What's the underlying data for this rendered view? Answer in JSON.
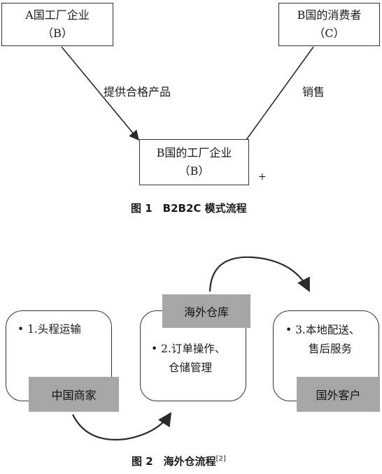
{
  "fig1": {
    "box_a": {
      "line1": "A国工厂企业",
      "line2": "（B）"
    },
    "box_b": {
      "line1": "B国的工厂企业",
      "line2": "（B）"
    },
    "box_c": {
      "line1": "B国的消费者",
      "line2": "（C）"
    },
    "edge_left_label": "提供合格产品",
    "edge_right_label": "销售",
    "plus_mark": "+",
    "caption": "图 1　B2B2C 模式流程"
  },
  "fig2": {
    "step1": "• 1.头程运输",
    "step2_line1": "• 2.订单操作、",
    "step2_line2": "仓储管理",
    "step3_line1": "• 3.本地配送、",
    "step3_line2": "售后服务",
    "gray_left": "中国商家",
    "gray_mid": "海外仓库",
    "gray_right": "国外客户",
    "caption": "图 2　海外仓流程",
    "caption_ref": "[2]"
  }
}
